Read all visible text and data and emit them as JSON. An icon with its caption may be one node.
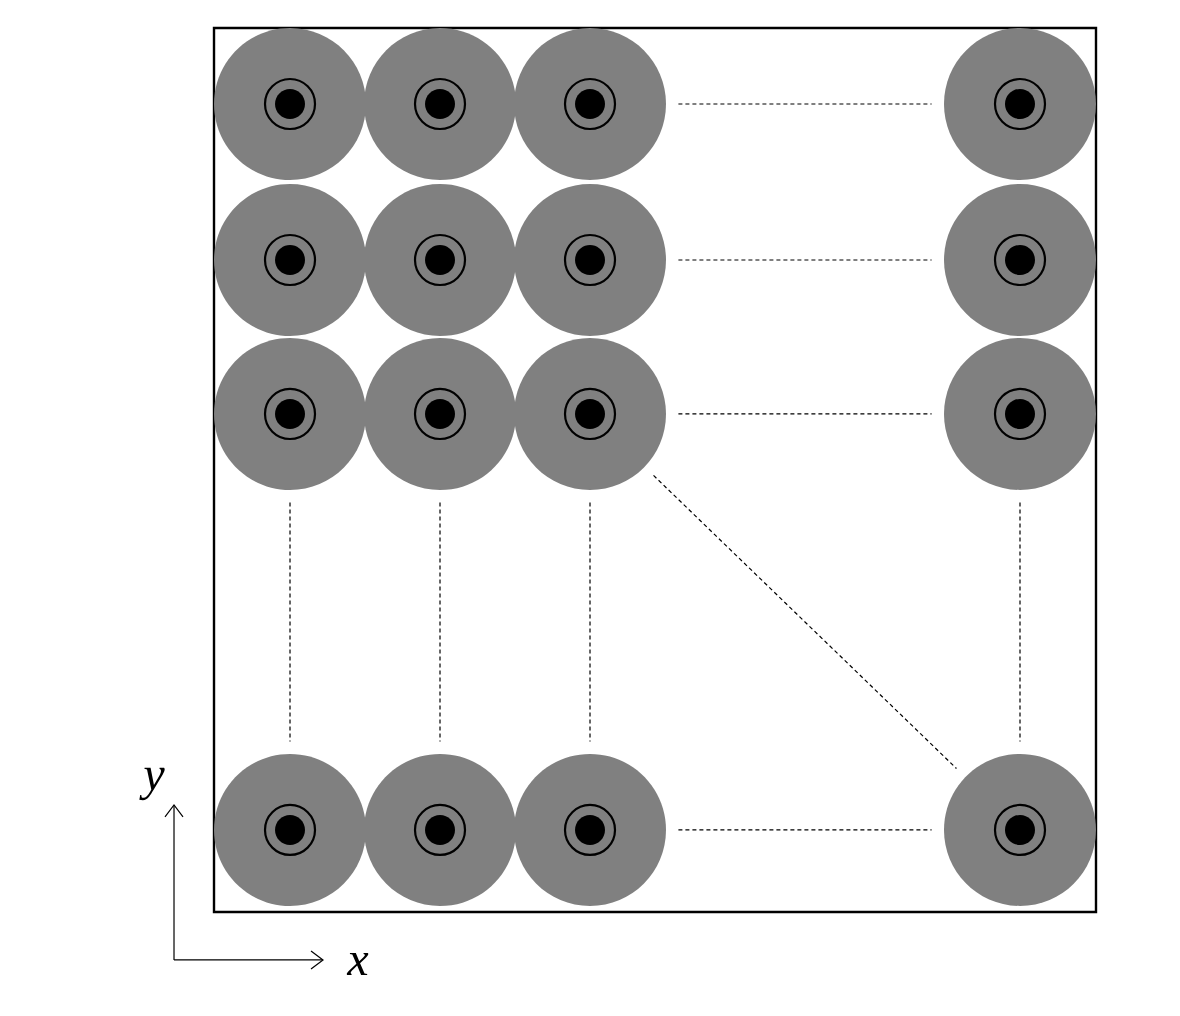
{
  "diagram": {
    "nodes": [
      {
        "text": [],
        "shape": "circle"
      },
      {
        "text": [],
        "shape": "circle"
      },
      {
        "text": [],
        "shape": "circle"
      },
      {
        "text": [],
        "shape": "circle"
      },
      {
        "text": [],
        "shape": "circle"
      },
      {
        "text": [],
        "shape": "circle"
      },
      {
        "text": [],
        "shape": "circle"
      },
      {
        "text": [],
        "shape": "circle"
      },
      {
        "text": [],
        "shape": "circle"
      },
      {
        "text": [],
        "shape": "circle"
      },
      {
        "text": [],
        "shape": "circle"
      },
      {
        "text": [],
        "shape": "circle"
      },
      {
        "text": [],
        "shape": "circle"
      },
      {
        "text": [],
        "shape": "circle"
      },
      {
        "text": [],
        "shape": "circle"
      },
      {
        "text": [],
        "shape": "circle"
      }
    ],
    "edges": [
      {
        "from": 2,
        "to": 3,
        "arrow": "none",
        "style": "dashed"
      },
      {
        "from": 6,
        "to": 7,
        "arrow": "none",
        "style": "dashed"
      },
      {
        "from": 10,
        "to": 11,
        "arrow": "none",
        "style": "dashed"
      },
      {
        "from": 8,
        "to": 12,
        "arrow": "none",
        "style": "dashed"
      },
      {
        "from": 9,
        "to": 13,
        "arrow": "none",
        "style": "dashed"
      },
      {
        "from": 10,
        "to": 14,
        "arrow": "none",
        "style": "dashed"
      },
      {
        "from": 10,
        "to": 15,
        "arrow": "none",
        "style": "dashed"
      },
      {
        "from": 11,
        "to": 15,
        "arrow": "none",
        "style": "dashed"
      },
      {
        "from": 14,
        "to": 15,
        "arrow": "none",
        "style": "dashed"
      }
    ],
    "labels": [
      "y",
      "x"
    ]
  }
}
